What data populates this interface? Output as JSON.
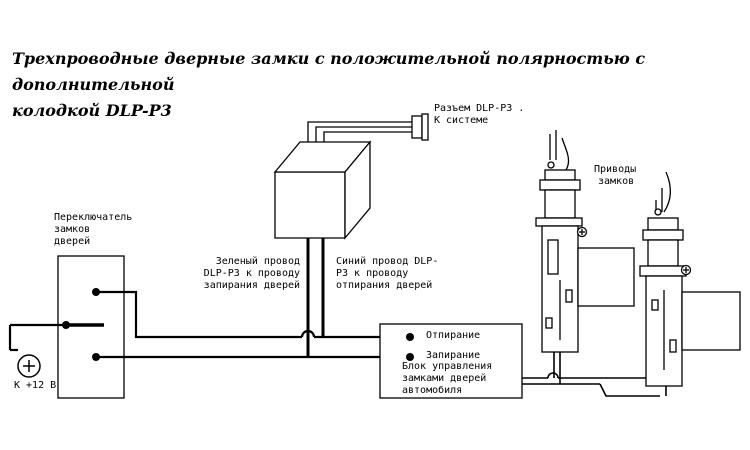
{
  "title": {
    "line1": "Трехпроводные дверные замки с положительной полярностью с дополнительной",
    "line2": "колодкой DLP-P3"
  },
  "labels": {
    "connector_line1": "Разъем DLP-P3 .",
    "connector_line2": "К системе",
    "switch_line1": "Переключатель",
    "switch_line2": "замков",
    "switch_line3": "дверей",
    "green_line1": "Зеленый провод",
    "green_line2": "DLP-P3 к проводу",
    "green_line3": "запирания дверей",
    "blue_line1": "Синий провод DLP-",
    "blue_line2": "P3 к проводу",
    "blue_line3": "отпирания дверей",
    "actuators_line1": "Приводы",
    "actuators_line2": "замков",
    "unlock": "Отпирание",
    "lock": "Запирание",
    "control_line1": "Блок управления",
    "control_line2": "замками дверей",
    "control_line3": "автомобиля",
    "power": "К +12 В"
  }
}
